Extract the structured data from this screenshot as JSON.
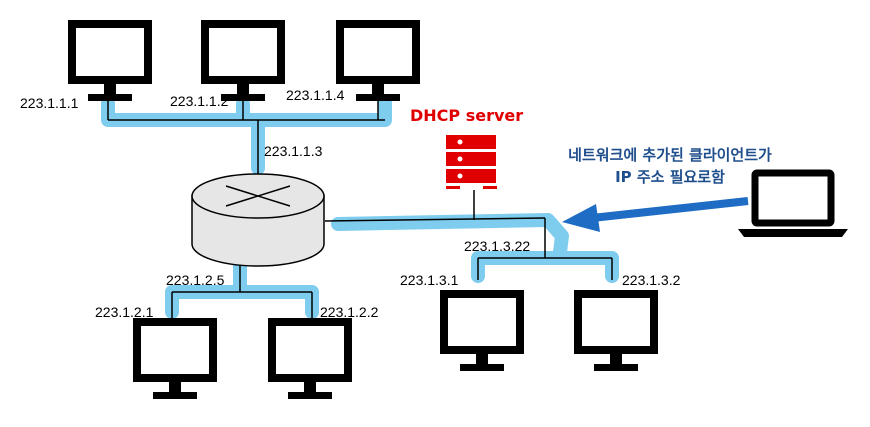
{
  "colors": {
    "highlight": "#7fcdee",
    "server": "#e00000",
    "arrow": "#1f6cc4",
    "note": "#1f4e8c",
    "device": "#000000",
    "router_fill": "#e6e6e6"
  },
  "icons": {
    "host": "monitor-icon",
    "router": "router-icon",
    "server": "server-icon",
    "new_client": "laptop-icon",
    "arrow": "arrow-left-icon"
  },
  "server": {
    "label": "DHCP server"
  },
  "note": {
    "line1": "네트워크에 추가된 클라이언트가",
    "line2": "IP 주소 필요로함"
  },
  "subnet1": {
    "hosts": [
      "223.1.1.1",
      "223.1.1.2",
      "223.1.1.4"
    ],
    "router_interface": "223.1.1.3"
  },
  "subnet2": {
    "hosts": [
      "223.1.2.1",
      "223.1.2.2"
    ],
    "router_interface": "223.1.2.5"
  },
  "subnet3": {
    "hosts": [
      "223.1.3.1",
      "223.1.3.2"
    ],
    "router_interface": "223.1.3.22"
  }
}
